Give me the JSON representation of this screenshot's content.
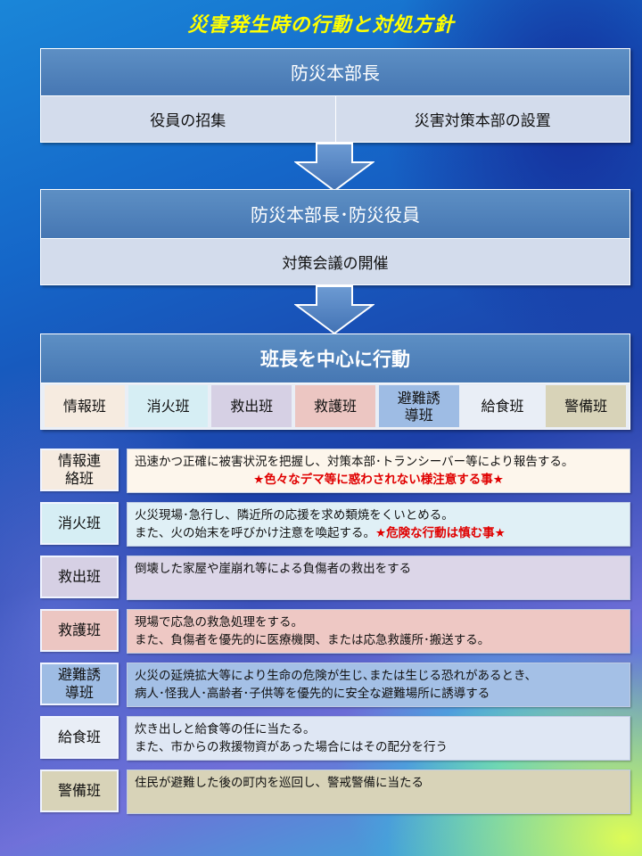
{
  "title": "災害発生時の行動と対処方針",
  "box1": {
    "head": "防災本部長",
    "cells": [
      "役員の招集",
      "災害対策本部の設置"
    ]
  },
  "box2": {
    "head": "防災本部長･防災役員",
    "cell": "対策会議の開催"
  },
  "box3": {
    "head": "班長を中心に行動",
    "teams": [
      {
        "label": "情報班",
        "color": "#f6ebe0"
      },
      {
        "label": "消火班",
        "color": "#d6eef4"
      },
      {
        "label": "救出班",
        "color": "#d6d0e4"
      },
      {
        "label": "救護班",
        "color": "#ecc6c2"
      },
      {
        "label": "避難誘\n導班",
        "color": "#9ebce4"
      },
      {
        "label": "給食班",
        "color": "#e9eef6"
      },
      {
        "label": "警備班",
        "color": "#d8d3b8"
      }
    ]
  },
  "rows": [
    {
      "label": "情報連\n絡班",
      "label_color": "#f6ebe0",
      "desc_color": "#fdf6ec",
      "line1": "迅速かつ正確に被害状況を把握し、対策本部･トランシーバー等により報告する。",
      "line2": "",
      "warning": "★色々なデマ等に惑わされない様注意する事★",
      "warn_center": true
    },
    {
      "label": "消火班",
      "label_color": "#d6eef4",
      "desc_color": "#e0f0f6",
      "line1": "火災現場･急行し、隣近所の応援を求め類焼をくいとめる。",
      "line2": "また、火の始末を呼びかけ注意を喚起する。",
      "warning": "★危険な行動は慎む事★",
      "warn_center": false
    },
    {
      "label": "救出班",
      "label_color": "#d6d0e4",
      "desc_color": "#dcd6e8",
      "line1": "倒壊した家屋や崖崩れ等による負傷者の救出をする",
      "line2": "",
      "warning": "",
      "warn_center": false
    },
    {
      "label": "救護班",
      "label_color": "#ecc6c2",
      "desc_color": "#eec8c4",
      "line1": "現場で応急の救急処理をする。",
      "line2": "また、負傷者を優先的に医療機関、または応急救護所･搬送する。",
      "warning": "",
      "warn_center": false
    },
    {
      "label": "避難誘\n導班",
      "label_color": "#9ebce4",
      "desc_color": "#a4c0e6",
      "line1": "火災の延焼拡大等により生命の危険が生じ､または生じる恐れがあるとき、",
      "line2": "病人･怪我人･高齢者･子供等を優先的に安全な避難場所に誘導する",
      "warning": "",
      "warn_center": false
    },
    {
      "label": "給食班",
      "label_color": "#e9eef6",
      "desc_color": "#dfe7f4",
      "line1": "炊き出しと給食等の任に当たる。",
      "line2": "また、市からの救援物資があった場合にはその配分を行う",
      "warning": "",
      "warn_center": false
    },
    {
      "label": "警備班",
      "label_color": "#d8d3b8",
      "desc_color": "#d8d3b8",
      "line1": "住民が避難した後の町内を巡回し、警戒警備に当たる",
      "line2": "",
      "warning": "",
      "warn_center": false
    }
  ],
  "colors": {
    "title": "#ffff00",
    "header": "#4f82bd",
    "warning": "#e00000"
  }
}
